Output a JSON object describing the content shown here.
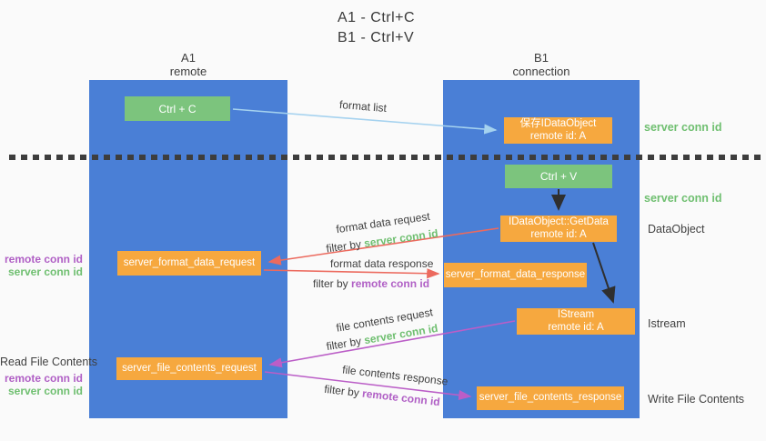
{
  "title": {
    "line1": "A1 - Ctrl+C",
    "line2": "B1 - Ctrl+V"
  },
  "lanes": {
    "left": {
      "name": "A1",
      "subtitle": "remote"
    },
    "right": {
      "name": "B1",
      "subtitle": "connection"
    }
  },
  "nodes": {
    "ctrl_c": {
      "label": "Ctrl + C"
    },
    "save_dataobject": {
      "line1": "保存IDataObject",
      "line2": "remote id: A"
    },
    "ctrl_v": {
      "label": "Ctrl + V"
    },
    "getdata": {
      "line1": "IDataObject::GetData",
      "line2": "remote id: A"
    },
    "format_request": {
      "label": "server_format_data_request"
    },
    "format_response": {
      "label": "server_format_data_response"
    },
    "istream": {
      "line1": "IStream",
      "line2": "remote id: A"
    },
    "file_request": {
      "label": "server_file_contents_request"
    },
    "file_response": {
      "label": "server_file_contents_response"
    }
  },
  "edge_labels": {
    "format_list": "format list",
    "format_data_request": "format data request",
    "format_data_response": "format data response",
    "file_contents_request": "file contents request",
    "file_contents_response": "file contents response",
    "filter_by": "filter by",
    "server_conn_id": "server conn id",
    "remote_conn_id": "remote conn id"
  },
  "side_labels": {
    "right_top_server_conn_id": "server conn id",
    "right_mid_server_conn_id": "server conn id",
    "dataobject": "DataObject",
    "istream": "Istream",
    "write_file_contents": "Write File Contents",
    "read_file_contents": "Read File Contents",
    "mid_remote_conn_id": "remote conn id",
    "mid_server_conn_id": "server conn id",
    "bottom_remote_conn_id": "remote conn id",
    "bottom_server_conn_id": "server conn id"
  },
  "colors": {
    "lane_blue": "#4a7fd6",
    "box_green": "#7cc47d",
    "box_orange": "#f6a83f",
    "arrow_light_blue": "#a5d2ef",
    "arrow_red": "#ec6a5e",
    "arrow_magenta": "#bb5ec7",
    "arrow_black": "#2f2f2f",
    "label_green": "#6fbf70",
    "label_purple": "#b05fc5"
  }
}
